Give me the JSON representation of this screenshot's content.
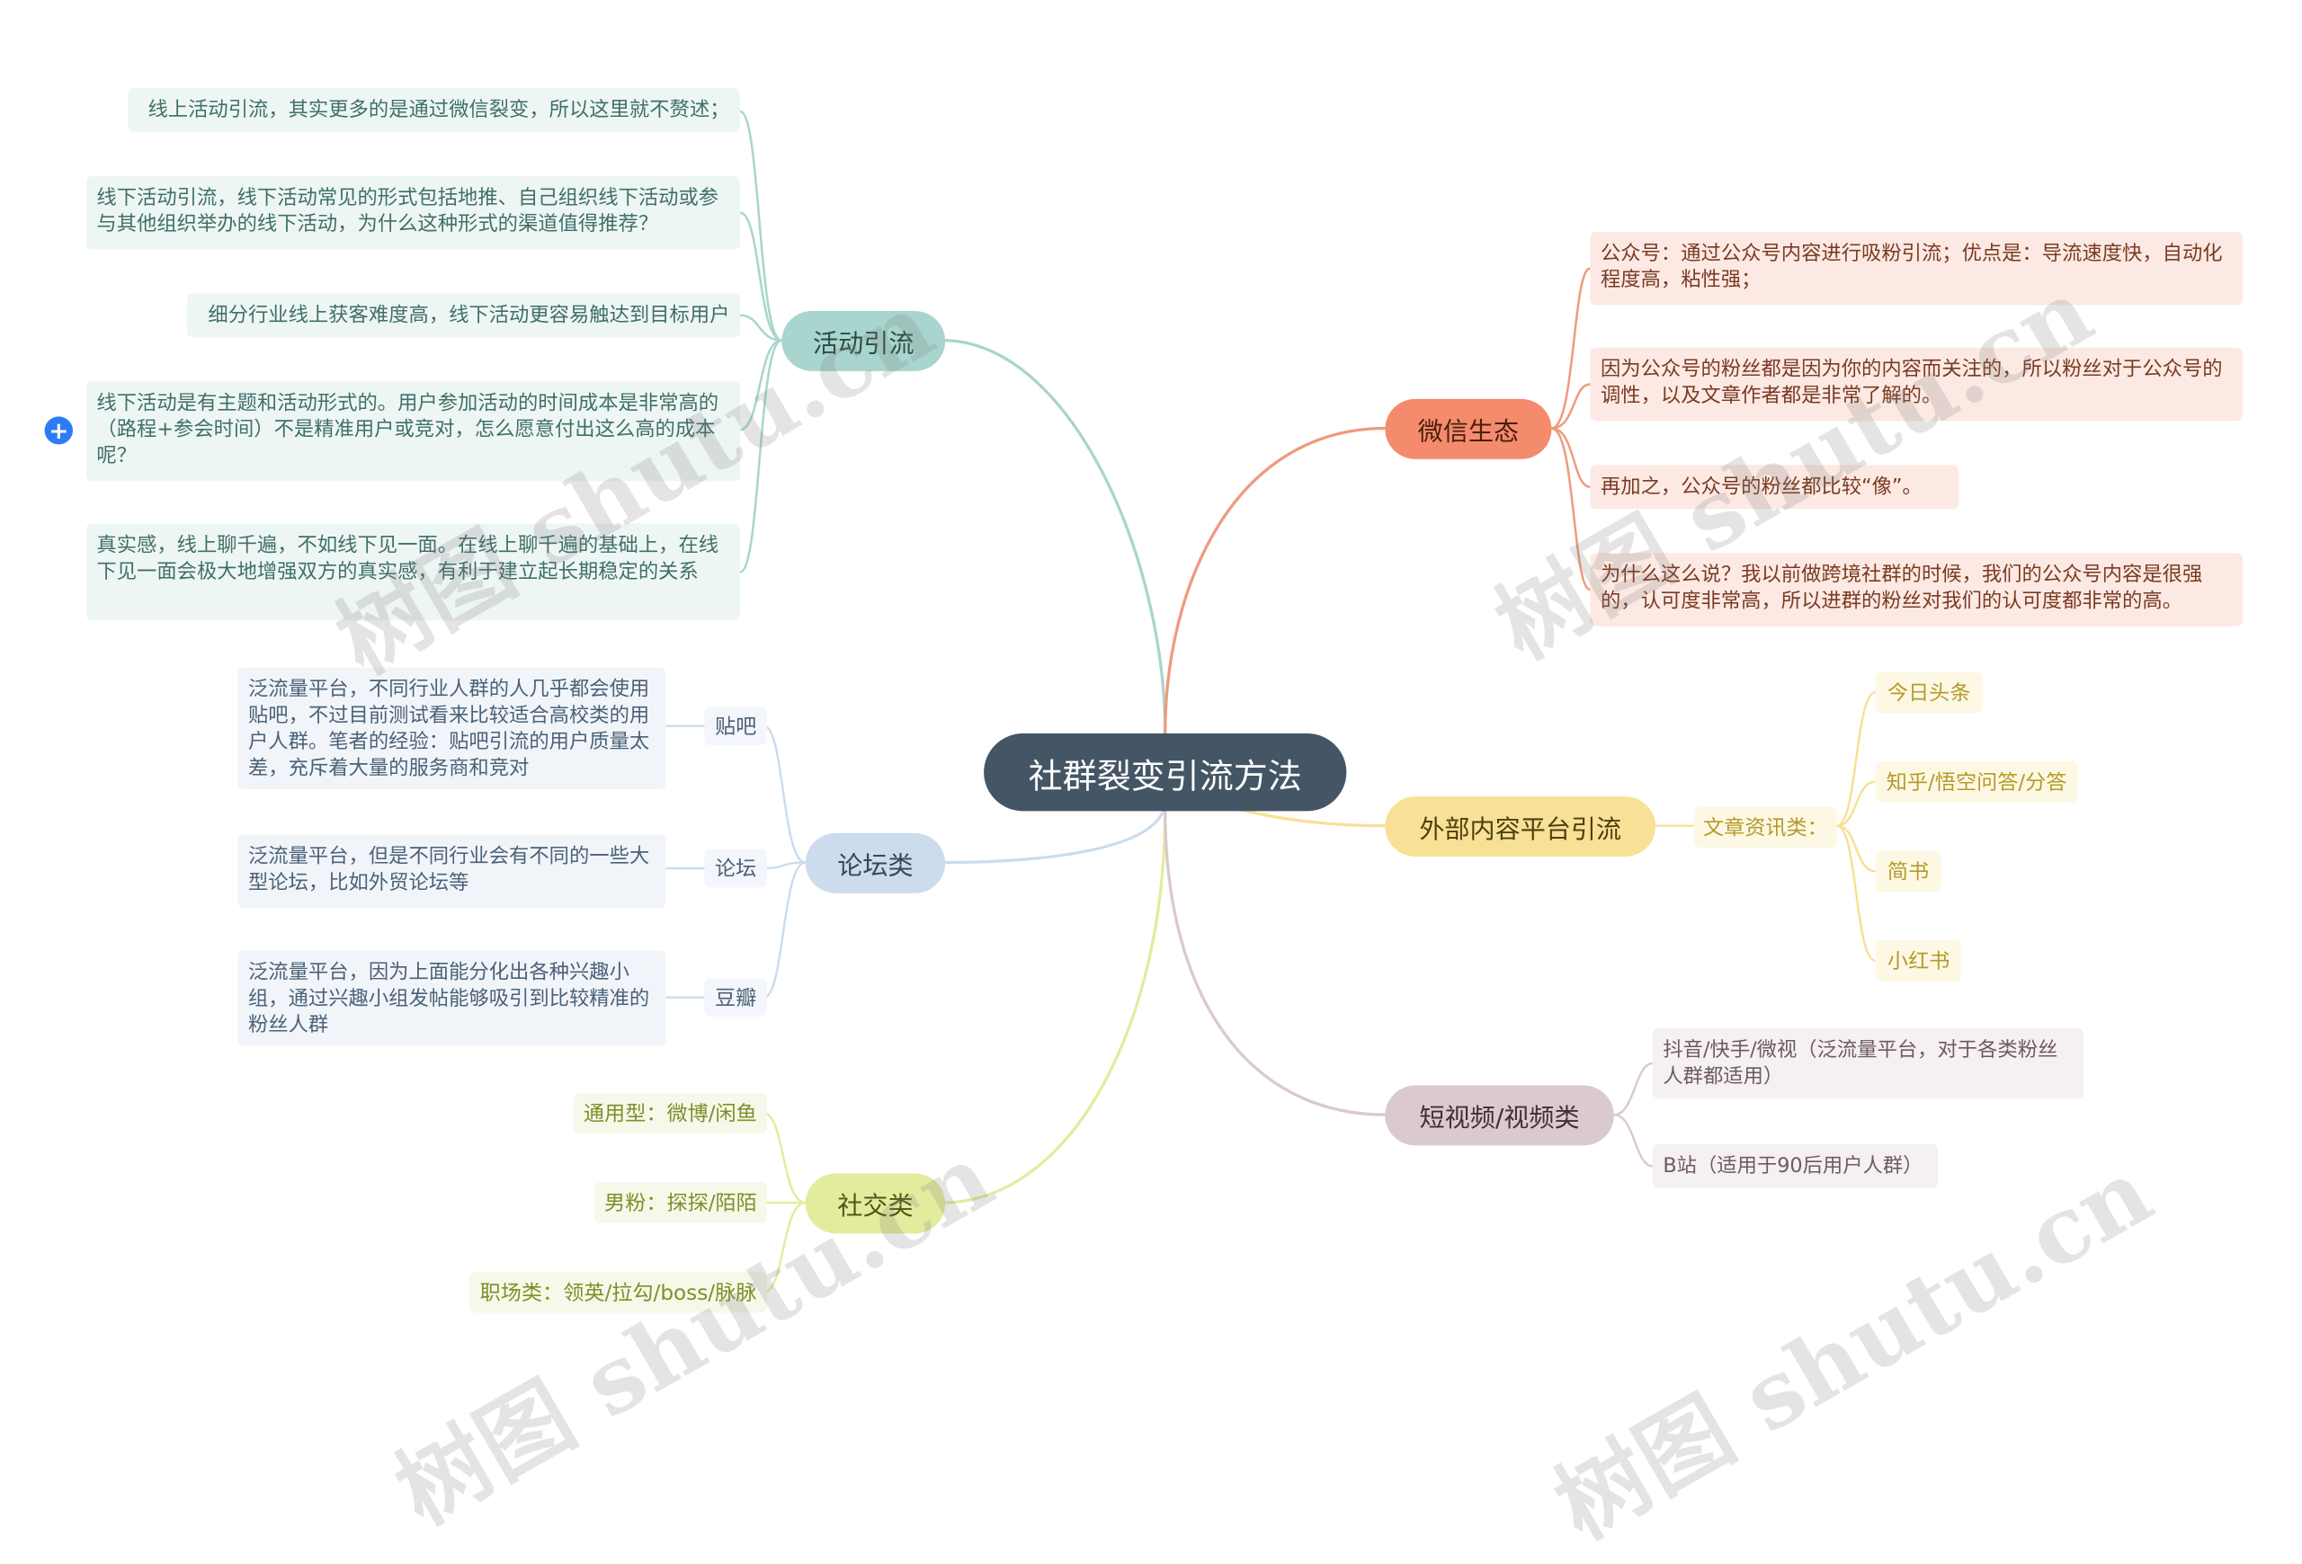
{
  "root": "社群裂变引流方法",
  "branches": {
    "activity": {
      "label": "活动引流",
      "leaves": [
        "线上活动引流，其实更多的是通过微信裂变，所以这里就不赘述；",
        "线下活动引流，线下活动常见的形式包括地推、自己组织线下活动或参与其他组织举办的线下活动，为什么这种形式的渠道值得推荐？",
        "细分行业线上获客难度高，线下活动更容易触达到目标用户",
        "线下活动是有主题和活动形式的。用户参加活动的时间成本是非常高的（路程+参会时间）不是精准用户或竞对，怎么愿意付出这么高的成本呢？",
        "真实感，线上聊千遍，不如线下见一面。在线上聊千遍的基础上，在线下见一面会极大地增强双方的真实感，有利于建立起长期稳定的关系"
      ]
    },
    "forum": {
      "label": "论坛类",
      "subs": [
        {
          "label": "贴吧",
          "leaf": "泛流量平台，不同行业人群的人几乎都会使用贴吧，不过目前测试看来比较适合高校类的用户人群。笔者的经验：贴吧引流的用户质量太差，充斥着大量的服务商和竞对"
        },
        {
          "label": "论坛",
          "leaf": "泛流量平台，但是不同行业会有不同的一些大型论坛，比如外贸论坛等"
        },
        {
          "label": "豆瓣",
          "leaf": "泛流量平台，因为上面能分化出各种兴趣小组，通过兴趣小组发帖能够吸引到比较精准的粉丝人群"
        }
      ]
    },
    "social": {
      "label": "社交类",
      "leaves": [
        "通用型：微博/闲鱼",
        "男粉：探探/陌陌",
        "职场类：领英/拉勾/boss/脉脉"
      ]
    },
    "wechat": {
      "label": "微信生态",
      "leaves": [
        "公众号：通过公众号内容进行吸粉引流；优点是：导流速度快，自动化程度高，粘性强；",
        "因为公众号的粉丝都是因为你的内容而关注的，所以粉丝对于公众号的调性，以及文章作者都是非常了解的。",
        "再加之，公众号的粉丝都比较“像”。",
        "为什么这么说？我以前做跨境社群的时候，我们的公众号内容是很强的，认可度非常高，所以进群的粉丝对我们的认可度都非常的高。"
      ]
    },
    "external": {
      "label": "外部内容平台引流",
      "sub": "文章资讯类：",
      "leaves": [
        "今日头条",
        "知乎/悟空问答/分答",
        "简书",
        "小红书"
      ]
    },
    "video": {
      "label": "短视频/视频类",
      "leaves": [
        "抖音/快手/微视（泛流量平台，对于各类粉丝人群都适用）",
        "B站（适用于90后用户人群）"
      ]
    }
  },
  "watermark": "树图 shutu.cn",
  "colors": {
    "teal": "#a8d5cd",
    "blue": "#ccdcec",
    "green": "#e3ec9d",
    "red": "#f48b6c",
    "yellow": "#f8e096",
    "mauve": "#dac9cf",
    "root": "#445665"
  }
}
